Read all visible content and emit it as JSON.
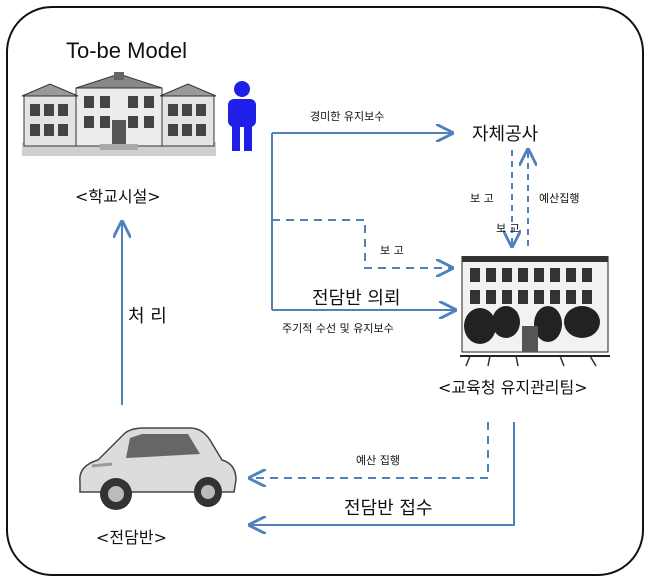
{
  "title": "To-be Model",
  "nodes": {
    "school": {
      "label": "<학교시설>",
      "icon": "school-building-icon"
    },
    "person": {
      "icon": "person-icon"
    },
    "self_work": {
      "label": "자체공사"
    },
    "office": {
      "label": "<교육청 유지관리팀>",
      "icon": "office-building-icon"
    },
    "team": {
      "label": "<전담반>",
      "icon": "car-icon"
    }
  },
  "edges": {
    "minor_maintenance": "경미한 유지보수",
    "report_up": "보 고",
    "budget_exec_right": "예산집행",
    "report_down": "보 고",
    "report_mid": "보 고",
    "team_request": "전담반 의뢰",
    "periodic_repair": "주기적 수선 및 유지보수",
    "budget_exec_bottom": "예산 집행",
    "team_receipt": "전담반 접수",
    "process": "처 리"
  },
  "colors": {
    "arrow": "#4f81bd",
    "person": "#1f1fe8",
    "frame": "#111111"
  }
}
